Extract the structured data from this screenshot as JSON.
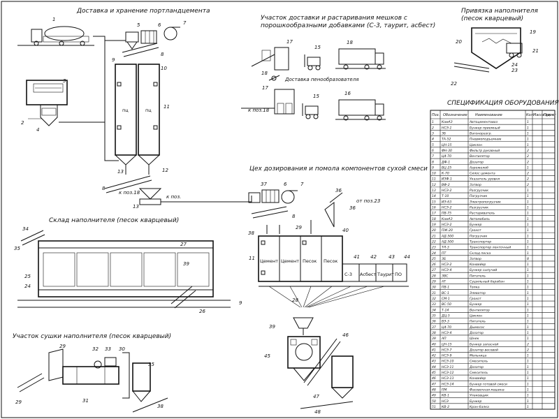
{
  "sections": {
    "delivery_cement": "Доставка и хранение портландцемента",
    "bags": "Участок доставки и растаривания мешков с порошкообразными добавками (С-3, таурит, асбест)",
    "sand_intake": "Привязка наполнителя (песок кварцевый)",
    "sand_warehouse": "Склад наполнителя (песок кварцевый)",
    "dosing": "Цех дозирования и помола компонентов сухой смеси",
    "drying": "Участок сушки наполнителя (песок кварцевый)",
    "spec": "СПЕЦИФИКАЦИЯ ОБОРУДОВАНИЯ"
  },
  "labels": {
    "silo_a": "пц",
    "silo_b": "пц",
    "bins": [
      "Цемент",
      "Цемент",
      "Песок",
      "Песок"
    ],
    "small_bins": [
      "С-3",
      "Асбест",
      "Таурит",
      "ПО"
    ],
    "delivery_pack": "Доставка пенообразователя",
    "to_pos18_a": "к поз.18",
    "to_pos18_b": "к поз.18",
    "from_pos": "от поз.23",
    "to_pos": "к поз."
  },
  "table": {
    "headers": [
      "Поз.",
      "Обозначение",
      "Наименование",
      "Кол.",
      "Масса ед. кг",
      "Прим."
    ],
    "rows": [
      [
        "1",
        "КамАЗ",
        "Автоцементовоз",
        "1"
      ],
      [
        "2",
        "НСЭ-1",
        "Бункер приемный",
        "1"
      ],
      [
        "3",
        "ЗБ",
        "Вагоноразгр.",
        "1"
      ],
      [
        "4",
        "ТА-52",
        "Пневмоподъемник",
        "1"
      ],
      [
        "5",
        "ЦН-15",
        "Циклон",
        "1"
      ],
      [
        "6",
        "ФН-30",
        "Фильтр рукавный",
        "2"
      ],
      [
        "7",
        "Ц4-70",
        "Вентилятор",
        "2"
      ],
      [
        "8",
        "ДФ-1",
        "Дозатор",
        "2"
      ],
      [
        "9",
        "ВЦ-25",
        "Аэрожелоб",
        "1"
      ],
      [
        "10",
        "К-70",
        "Силос цемента",
        "2"
      ],
      [
        "11",
        "ИЗФ-1",
        "Указатель уровня",
        "2"
      ],
      [
        "12",
        "ВФ-2",
        "Затвор",
        "2"
      ],
      [
        "13",
        "НСЭ-2",
        "Разгрузчик",
        "1"
      ],
      [
        "14",
        "Т-10",
        "Погрузчик",
        "1"
      ],
      [
        "15",
        "ИЭ-63",
        "Электропогрузчик",
        "1"
      ],
      [
        "16",
        "НСЭ-2",
        "Разгрузчик",
        "1"
      ],
      [
        "17",
        "ПВ-75",
        "Растариватель",
        "1"
      ],
      [
        "18",
        "КамАЗ",
        "Автомобиль",
        "1"
      ],
      [
        "19",
        "НСЭ-2",
        "Бункер",
        "1"
      ],
      [
        "20",
        "ПЖ-20",
        "Грохот",
        "1"
      ],
      [
        "21",
        "АД-500",
        "Погрузчик",
        "1"
      ],
      [
        "22",
        "АД-500",
        "Транспортер",
        "1"
      ],
      [
        "23",
        "ТЛ-3",
        "Транспортер ленточный",
        "1"
      ],
      [
        "24",
        "ПТ",
        "Склад песка",
        "1"
      ],
      [
        "25",
        "ЗБ",
        "Затвор",
        "8"
      ],
      [
        "26",
        "НСЭ-2",
        "Конвейер",
        "1"
      ],
      [
        "27",
        "НСЭ-4",
        "Бункер сыпучий",
        "1"
      ],
      [
        "28",
        "ЗВС",
        "Питатель",
        "1"
      ],
      [
        "29",
        "АТ",
        "Сушильный барабан",
        "1"
      ],
      [
        "30",
        "ПВ-1",
        "Топка",
        "1"
      ],
      [
        "31",
        "ВС-1",
        "Элеватор",
        "1"
      ],
      [
        "32",
        "СМ-1",
        "Грохот",
        "1"
      ],
      [
        "33",
        "ВС-50",
        "Бункер",
        "1"
      ],
      [
        "34",
        "Т-14",
        "Вентилятор",
        "1"
      ],
      [
        "35",
        "ДЦ-5",
        "Циклон",
        "1"
      ],
      [
        "36",
        "ВЭ-3",
        "Питатель",
        "1"
      ],
      [
        "37",
        "Ц4-70",
        "Дымосос",
        "1"
      ],
      [
        "38",
        "НСЭ-4",
        "Дозатор",
        "1"
      ],
      [
        "39",
        "АП",
        "Шнек",
        "1"
      ],
      [
        "40",
        "ЦН-15",
        "Бункер запасной",
        "2"
      ],
      [
        "41",
        "НСЭ-7",
        "Дозатор весовой",
        "2"
      ],
      [
        "42",
        "НСЭ-9",
        "Мельница",
        "1"
      ],
      [
        "43",
        "НСЭ-10",
        "Смеситель",
        "1"
      ],
      [
        "44",
        "НСЭ-11",
        "Дозатор",
        "1"
      ],
      [
        "45",
        "НСЭ-12",
        "Смеситель",
        "1"
      ],
      [
        "46",
        "НСЭ-13",
        "Конвейер",
        "1"
      ],
      [
        "47",
        "НСЭ-14",
        "Бункер готовой смеси",
        "1"
      ],
      [
        "48",
        "ПМ",
        "Фасовочная машина",
        "1"
      ],
      [
        "49",
        "КВ-1",
        "Упаковщик",
        "1"
      ],
      [
        "50",
        "НСЭ",
        "Бункер",
        "1"
      ],
      [
        "51",
        "КВ-2",
        "Кран-балка",
        "1"
      ]
    ]
  }
}
